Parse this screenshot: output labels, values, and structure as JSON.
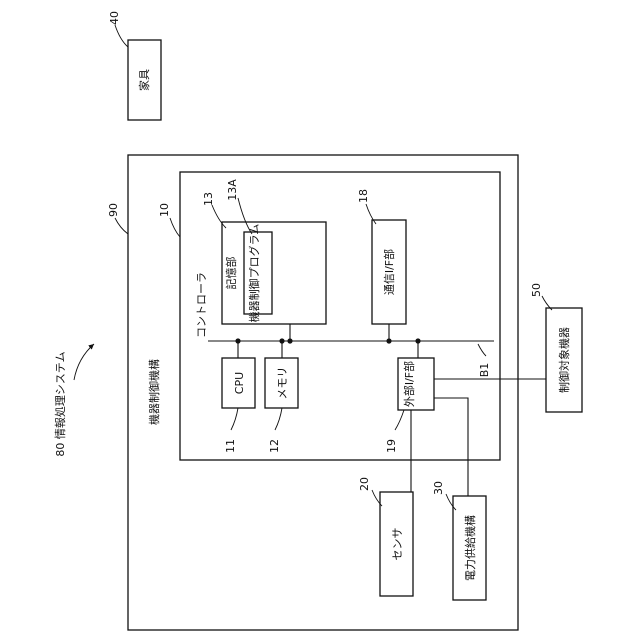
{
  "system_label": "80 情報処理システム",
  "furniture": {
    "ref": "40",
    "label": "家具"
  },
  "mechanism": {
    "ref": "90",
    "label": "機器制御機構"
  },
  "controller": {
    "ref": "10",
    "label": "コントローラ"
  },
  "storage": {
    "ref": "13",
    "label": "記憶部"
  },
  "program": {
    "ref": "13A",
    "label": "機器制御プログラム"
  },
  "comm_if": {
    "ref": "18",
    "label": "通信I/F部"
  },
  "cpu": {
    "ref": "11",
    "label": "CPU"
  },
  "memory": {
    "ref": "12",
    "label": "メモリ"
  },
  "ext_if": {
    "ref": "19",
    "label": "外部I/F部"
  },
  "bus": {
    "ref": "B1"
  },
  "target_device": {
    "ref": "50",
    "label": "制御対象機器"
  },
  "sensor": {
    "ref": "20",
    "label": "センサ"
  },
  "power_supply": {
    "ref": "30",
    "label": "電力供給機構"
  }
}
